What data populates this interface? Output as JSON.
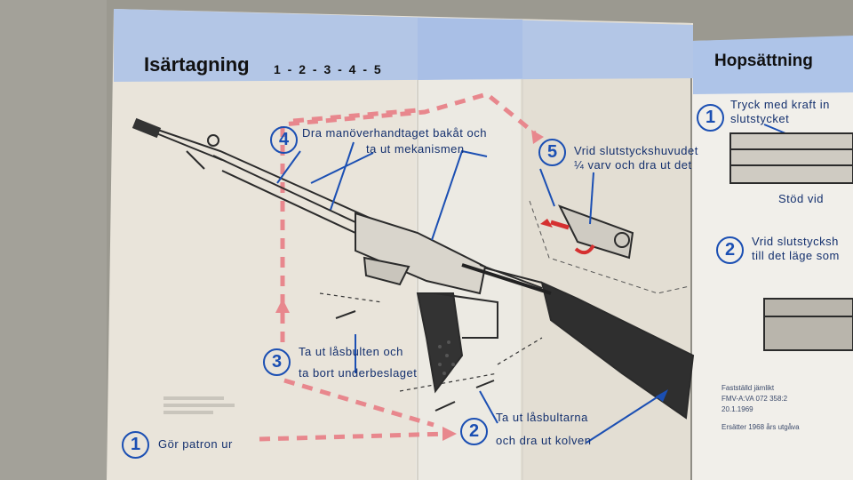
{
  "left_panel": {
    "title": "Isärtagning",
    "steps_line": "1 - 2 - 3 - 4 - 5",
    "steps": [
      {
        "number": "1",
        "line1": "Gör patron ur",
        "line2": ""
      },
      {
        "number": "2",
        "line1": "Ta ut låsbultarna",
        "line2": "och dra ut kolven"
      },
      {
        "number": "3",
        "line1": "Ta ut låsbulten och",
        "line2": "ta bort underbeslaget"
      },
      {
        "number": "4",
        "line1": "Dra manöverhandtaget bakåt och",
        "line2": "ta ut mekanismen"
      },
      {
        "number": "5",
        "line1": "Vrid slutstyckshuvudet",
        "line2": "¼ varv och dra ut det"
      }
    ]
  },
  "right_panel": {
    "title": "Hopsättning",
    "steps": [
      {
        "number": "1",
        "line1": "Tryck med kraft in",
        "line2": "slutstycket",
        "line3": "Stöd vid"
      },
      {
        "number": "2",
        "line1": "Vrid slutstycksh",
        "line2": "till det läge som"
      }
    ],
    "note_lines": [
      "Fastställd jämlikt",
      "FMV-A:VA 072 358:2",
      "20.1.1969"
    ],
    "footer": "Ersätter 1968 års utgåva"
  },
  "colors": {
    "header_band": "#aec4e8",
    "paper": "#e9e4da",
    "blue_text": "#1b4fb3",
    "dashed_path": "#e8878d",
    "drawing": "#2b2b2b",
    "background": "#9a9890"
  },
  "icons": [
    "step-number-circle",
    "dashed-arrow",
    "rifle-drawing",
    "bolt-drawing",
    "pin-drawing"
  ]
}
